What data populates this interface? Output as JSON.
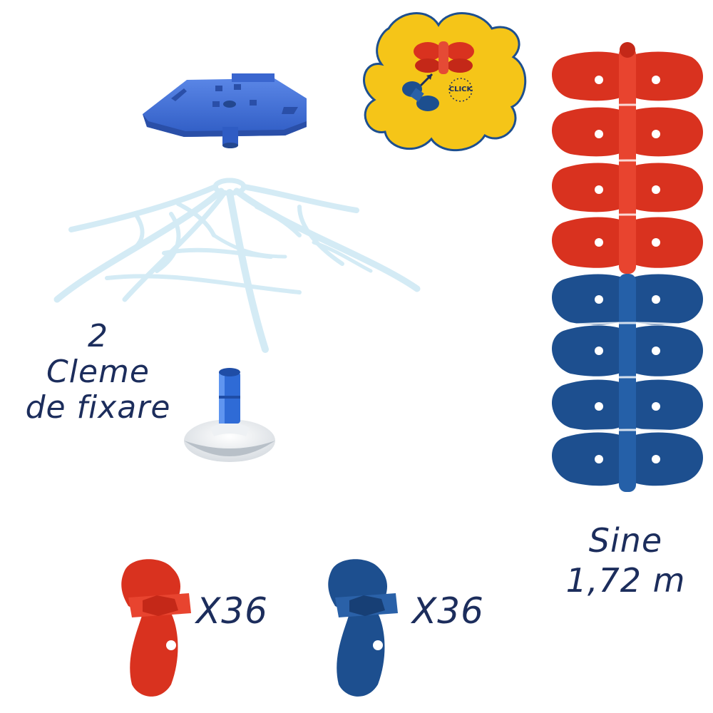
{
  "labels": {
    "clips": [
      "2",
      "Cleme",
      "de fixare"
    ],
    "rails": [
      "Sine",
      "1,72 m"
    ],
    "red_pieces_count": "X36",
    "blue_pieces_count": "X36",
    "badge_click": "CLICK"
  },
  "colors": {
    "red": "#d9321f",
    "blue": "#1d4f8f",
    "light_blue_platform": "#3f6fd6",
    "web": "#d6ecf5",
    "badge_yellow": "#f5c518",
    "text_navy": "#1c2d5c"
  },
  "rail_segments": [
    "red",
    "red",
    "red",
    "red",
    "blue",
    "blue",
    "blue",
    "blue"
  ]
}
